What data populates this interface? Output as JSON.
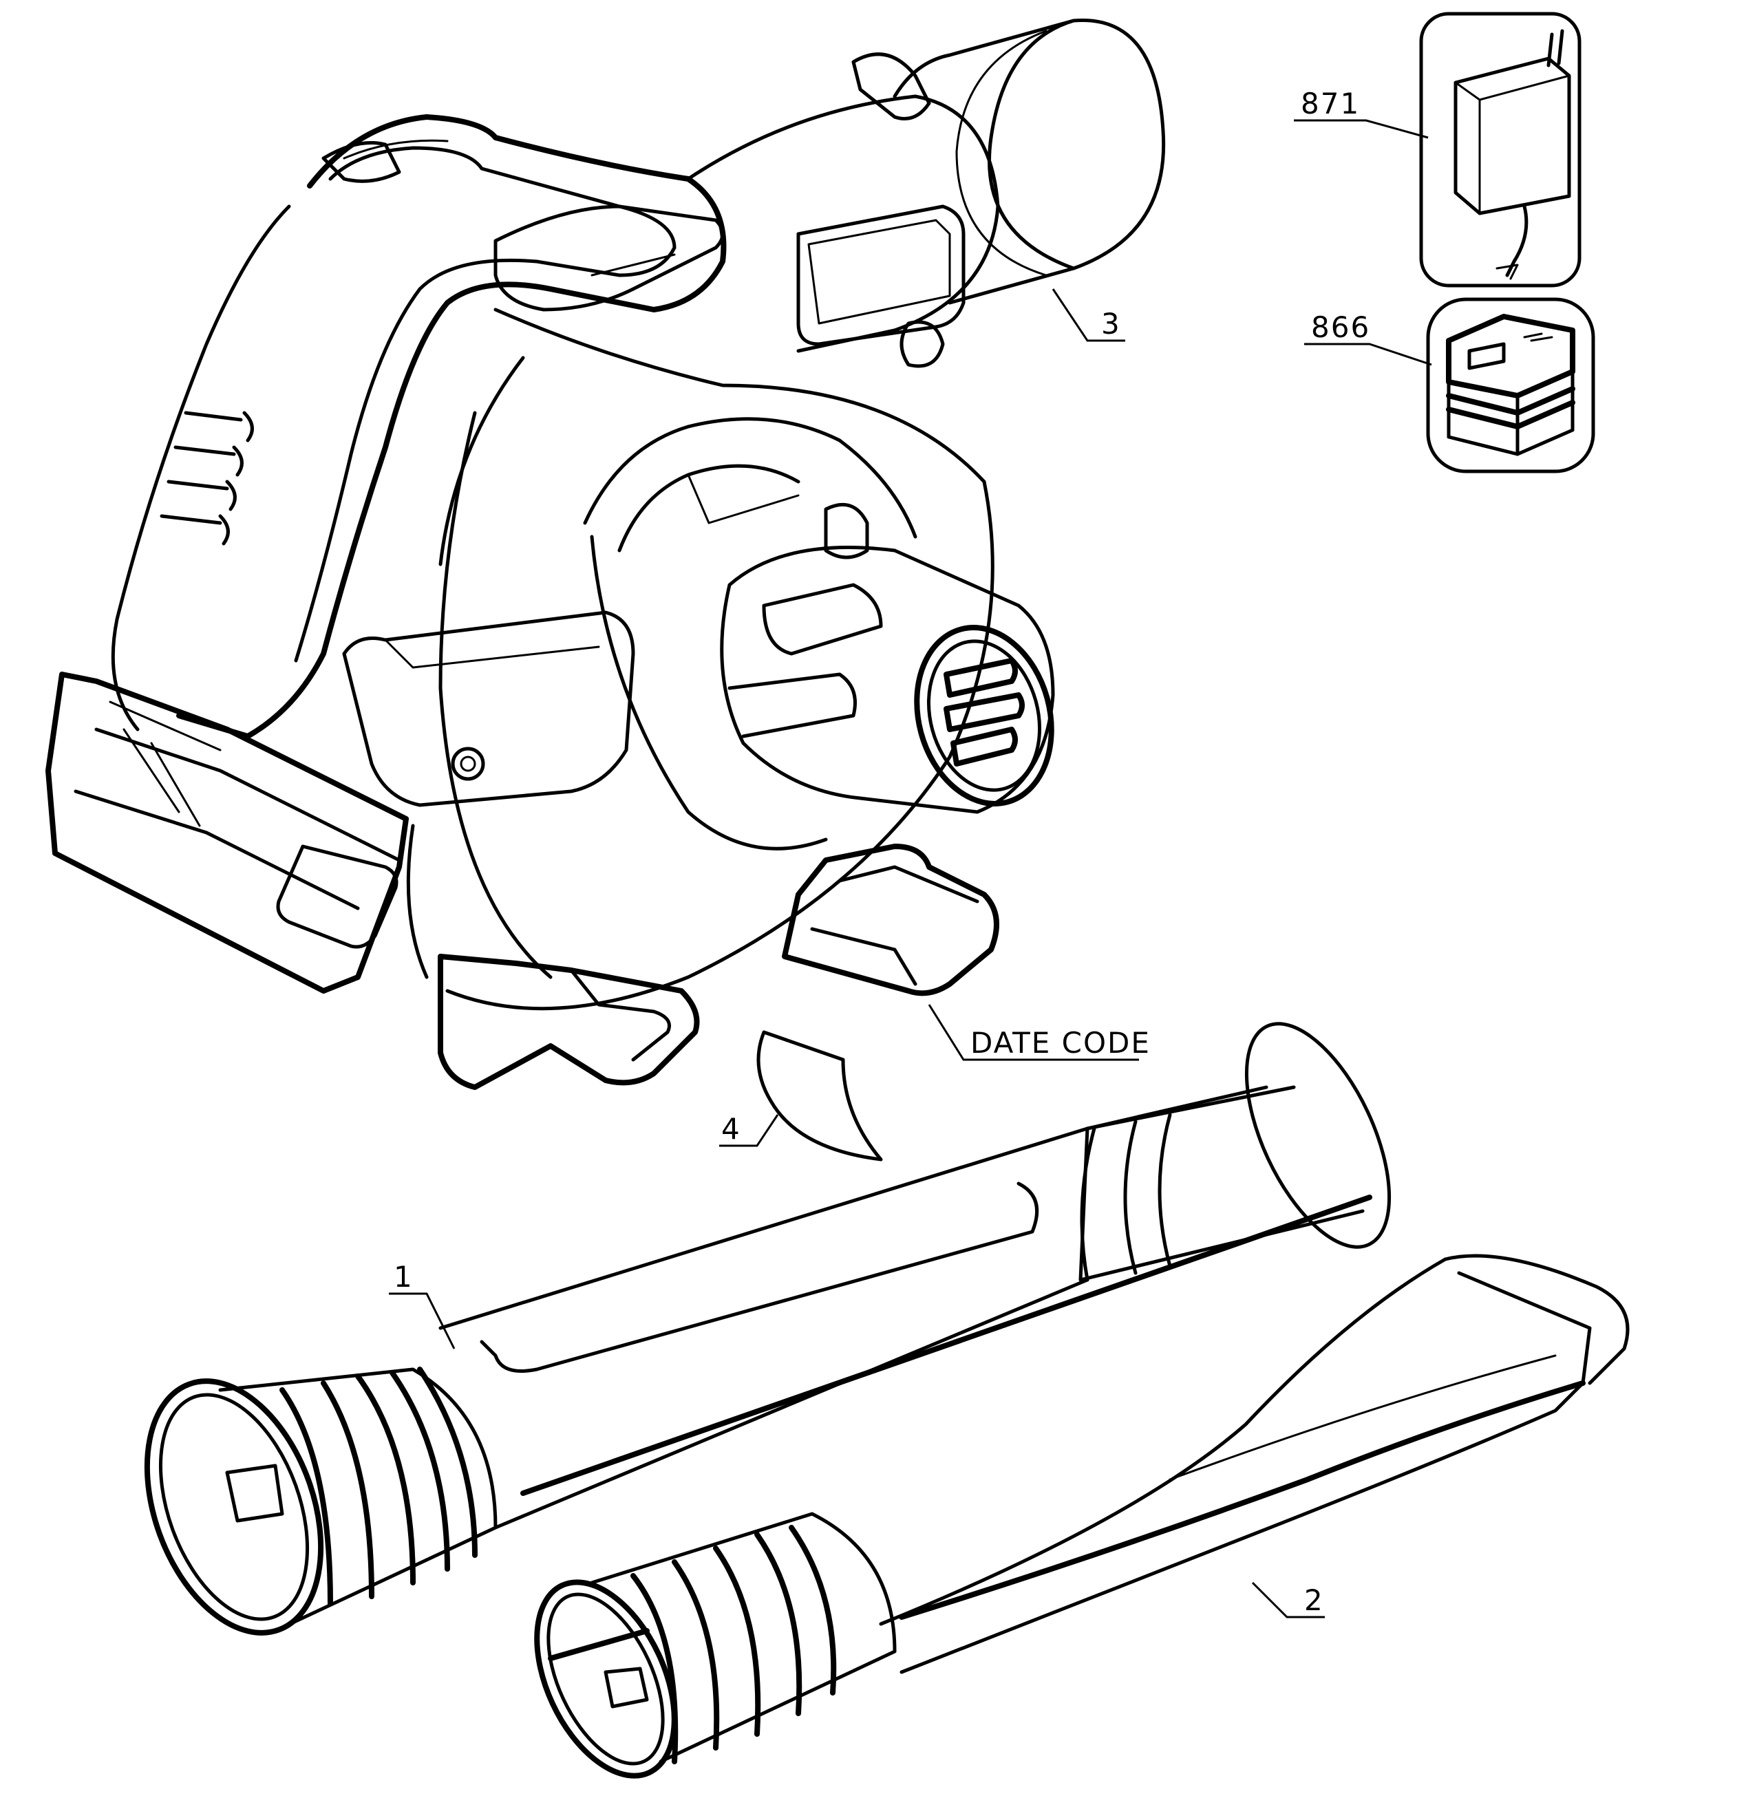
{
  "callouts": {
    "part_871": "871",
    "part_866": "866",
    "part_3": "3",
    "date_code": "DATE CODE",
    "part_4": "4",
    "part_1": "1",
    "part_2": "2"
  }
}
